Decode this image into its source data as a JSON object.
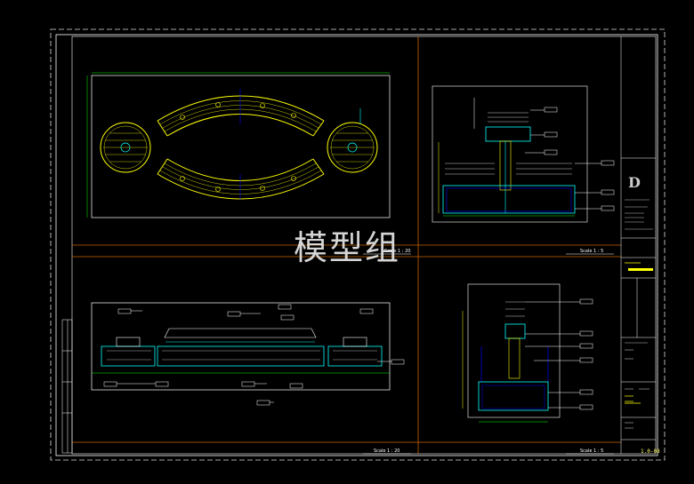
{
  "watermark": "模型组",
  "scales": {
    "plan": "Scale 1 : 20",
    "section_right_top": "Scale 1 : 5",
    "elevation": "Scale 1 : 20",
    "section_right_bottom": "Scale 1 : 5"
  },
  "title_block": {
    "logo": "D",
    "sheet_code": "1.0-08"
  },
  "colors": {
    "frame": "#ffffff",
    "divider": "#c86400",
    "wood": "#ffff00",
    "steel": "#00ffff",
    "leader": "#ffffff"
  }
}
